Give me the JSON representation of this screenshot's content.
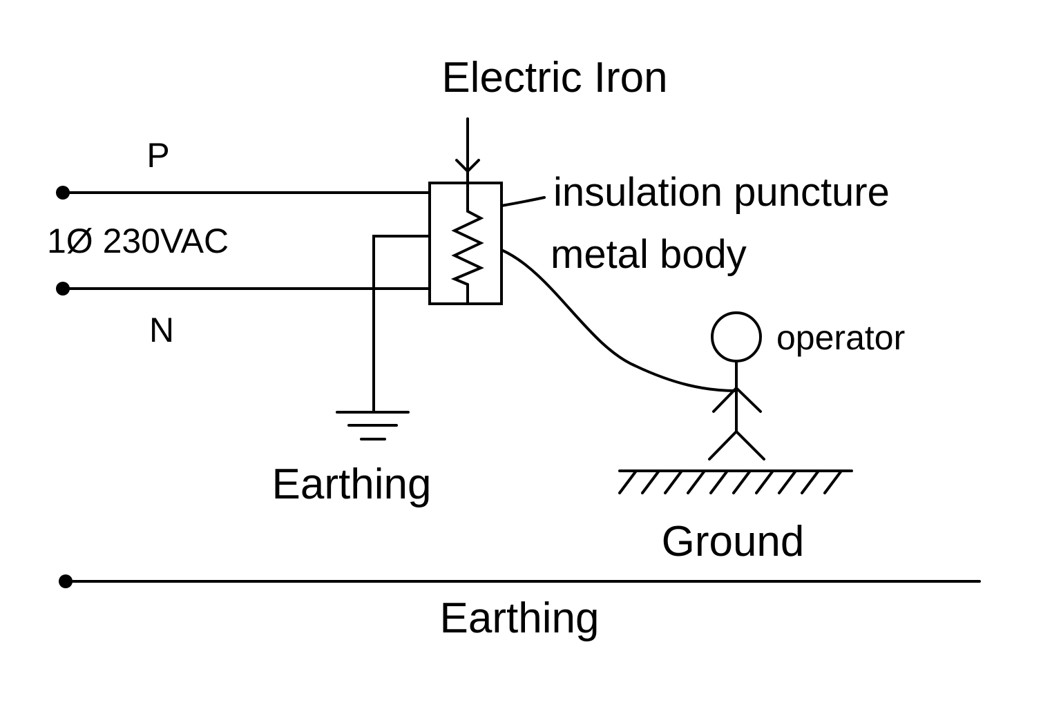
{
  "labels": {
    "title": "Electric Iron",
    "phase": "P",
    "neutral": "N",
    "supply": "1Ø 230VAC",
    "insulation": "insulation puncture",
    "metal_body": "metal body",
    "operator": "operator",
    "earthing_symbol": "Earthing",
    "ground": "Ground",
    "earthing_bus": "Earthing"
  },
  "colors": {
    "line": "#000000",
    "background": "#ffffff"
  }
}
